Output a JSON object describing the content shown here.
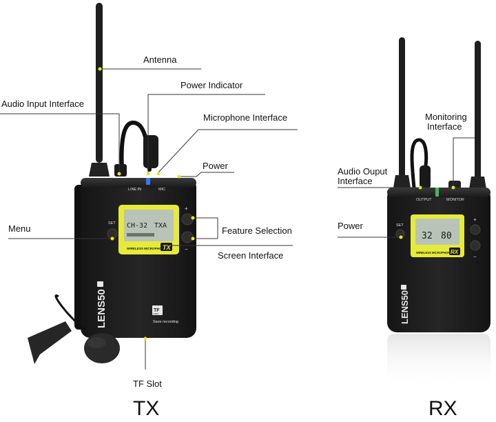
{
  "devices": {
    "tx": {
      "label": "TX",
      "brand": "LENS50",
      "lcd_channel": "CH-32",
      "lcd_mode": "TXA",
      "lcd_footer": "WIRELESS MICROPHONE",
      "lcd_badge": "TX",
      "port_left": "LINE IN",
      "port_right": "MIC",
      "set_key": "SET",
      "plus_key": "+",
      "minus_key": "−",
      "tf_logo_top": "TF",
      "tf_logo_bottom": "CARD",
      "tf_caption": "Save recording"
    },
    "rx": {
      "label": "RX",
      "brand": "LENS50",
      "lcd_left": "32",
      "lcd_right": "80",
      "lcd_footer": "WIRELESS MICROPHONE",
      "lcd_badge": "RX",
      "port_left": "OUTPUT",
      "port_right": "MONITOR",
      "set_key": "SET",
      "plus_key": "+",
      "minus_key": "−"
    }
  },
  "callouts": {
    "antenna": "Antenna",
    "power_indicator": "Power Indicator",
    "audio_input_interface": "Audio Input Interface",
    "microphone_interface": "Microphone Interface",
    "power_tx": "Power",
    "menu": "Menu",
    "feature_selection": "Feature Selection",
    "screen_interface": "Screen Interface",
    "tf_slot": "TF Slot",
    "monitoring_interface_line1": "Monitoring",
    "monitoring_interface_line2": "Interface",
    "audio_output_interface_line1": "Audio Ouput",
    "audio_output_interface_line2": "Interface",
    "power_rx": "Power"
  },
  "colors": {
    "device_body": "#1c1c1c",
    "lcd_yellow": "#e6ea3a",
    "callout_dot": "#f2e21a",
    "indicator_blue": "#2f7df2",
    "indicator_green": "#3fbf4a"
  }
}
